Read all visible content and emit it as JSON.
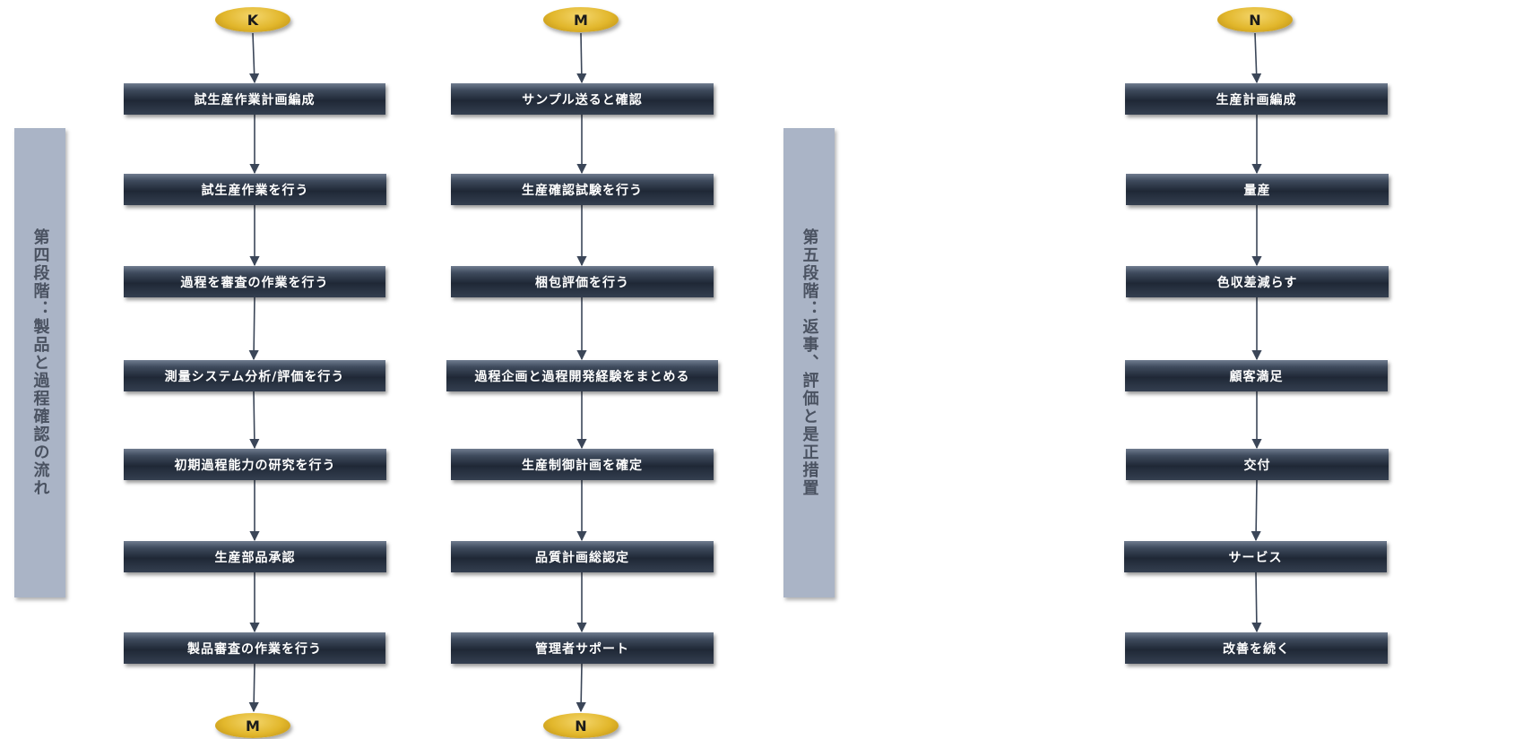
{
  "stages": {
    "stage4": "第四段階：製品と過程確認の流れ",
    "stage5": "第五段階：返事、評価と是正措置"
  },
  "connectors": {
    "col1_top": "K",
    "col1_bottom": "M",
    "col2_top": "M",
    "col2_bottom": "N",
    "col3_top": "N"
  },
  "column1": [
    "試生産作業計画編成",
    "試生産作業を行う",
    "過程を審査の作業を行う",
    "測量システム分析/評価を行う",
    "初期過程能力の研究を行う",
    "生産部品承認",
    "製品審査の作業を行う"
  ],
  "column2": [
    "サンプル送ると確認",
    "生産確認試験を行う",
    "梱包評価を行う",
    "過程企画と過程開発経験をまとめる",
    "生産制御計画を確定",
    "品質計画総認定",
    "管理者サポート"
  ],
  "column3": [
    "生産計画編成",
    "量産",
    "色収差減らす",
    "顧客満足",
    "交付",
    "サービス",
    "改善を続く"
  ],
  "colors": {
    "box_dark": "#1f2836",
    "stage_panel": "#aab4c6",
    "connector_gold": "#e2b72c",
    "arrow": "#3b4658"
  }
}
